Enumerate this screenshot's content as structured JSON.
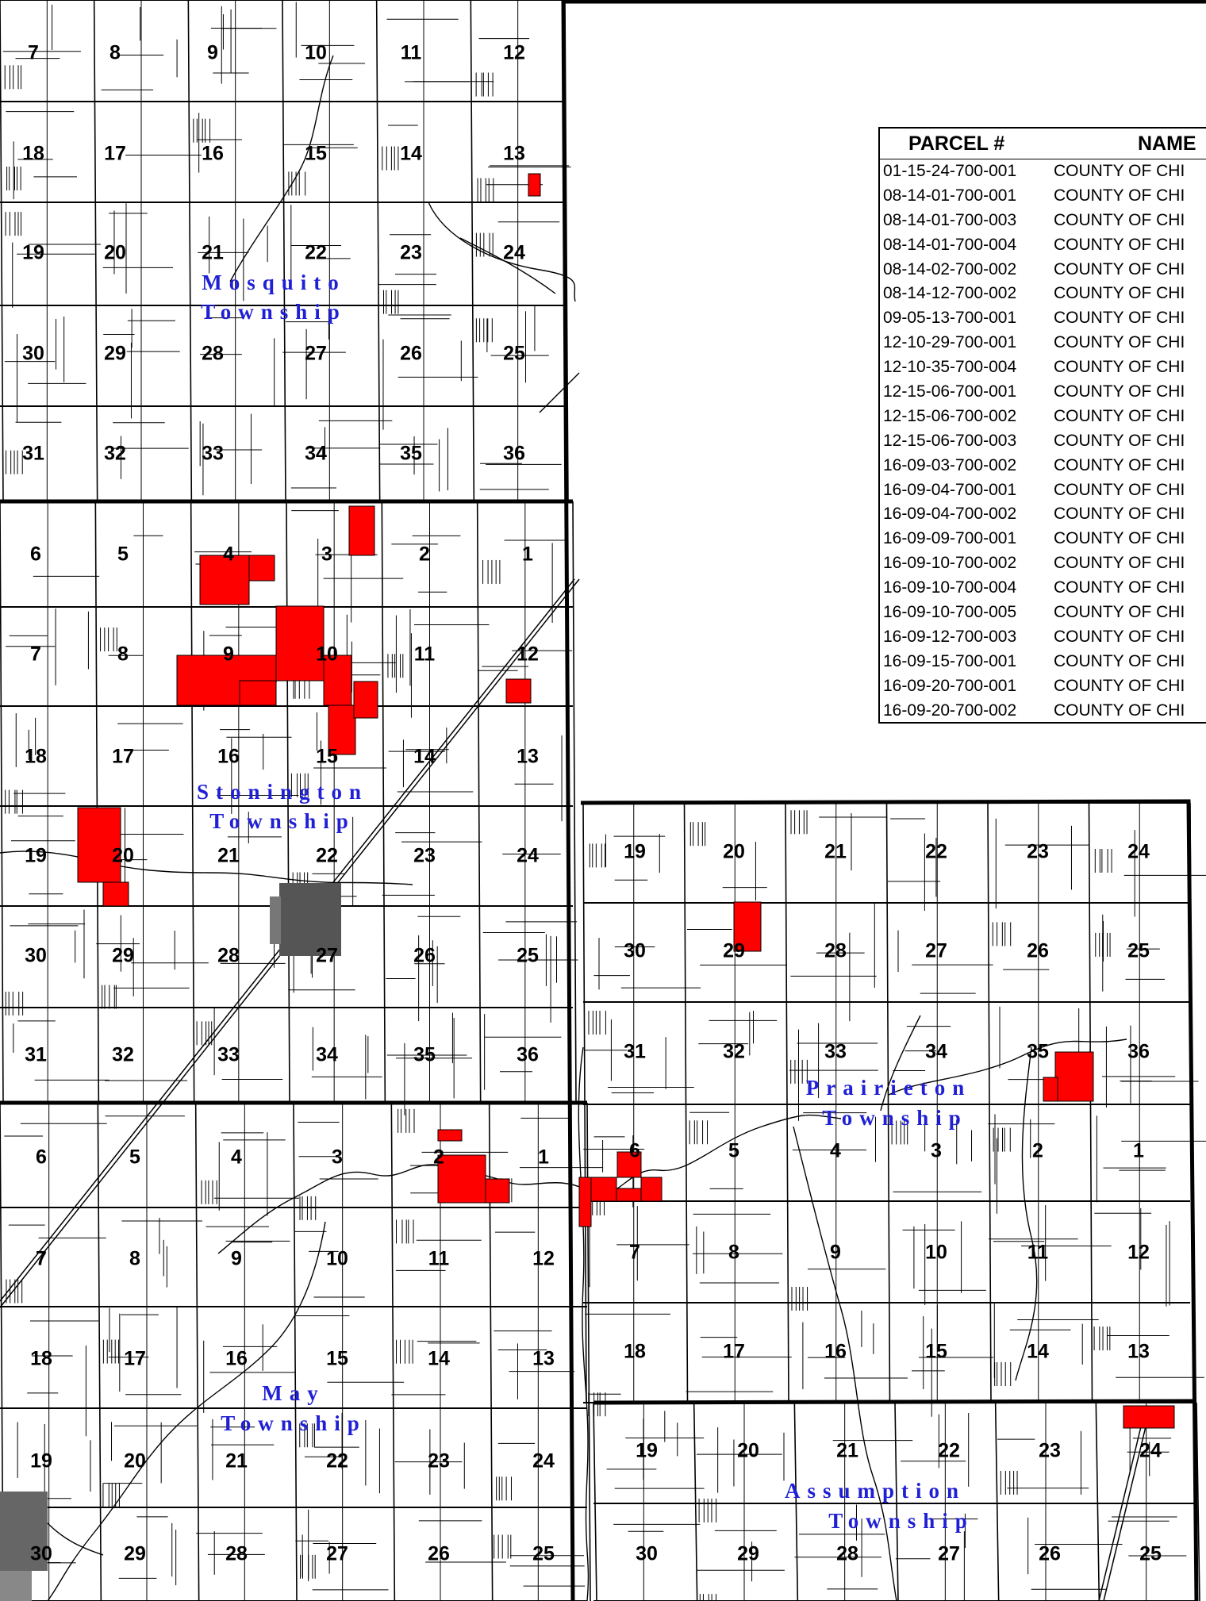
{
  "townships": [
    {
      "name": "Mosquito Township",
      "line1": "Mosquito",
      "line2": "Township"
    },
    {
      "name": "Stonington Township",
      "line1": "Stonington",
      "line2": "Township"
    },
    {
      "name": "Prairieton Township",
      "line1": "Prairieton",
      "line2": "Township"
    },
    {
      "name": "May Township",
      "line1": "May",
      "line2": "Township"
    },
    {
      "name": "Assumption Township",
      "line1": "Assumption",
      "line2": "Township"
    }
  ],
  "section_labels": {
    "mosquito": [
      "7",
      "8",
      "9",
      "10",
      "11",
      "12",
      "18",
      "17",
      "16",
      "15",
      "14",
      "13",
      "19",
      "20",
      "21",
      "22",
      "23",
      "24",
      "30",
      "29",
      "28",
      "27",
      "26",
      "25",
      "31",
      "32",
      "33",
      "34",
      "35",
      "36"
    ],
    "stonington": [
      "6",
      "5",
      "4",
      "3",
      "2",
      "1",
      "7",
      "8",
      "9",
      "10",
      "11",
      "12",
      "18",
      "17",
      "16",
      "15",
      "14",
      "13",
      "19",
      "20",
      "21",
      "22",
      "23",
      "24",
      "30",
      "29",
      "28",
      "27",
      "26",
      "25",
      "31",
      "32",
      "33",
      "34",
      "35",
      "36"
    ],
    "may": [
      "6",
      "5",
      "4",
      "3",
      "2",
      "1",
      "7",
      "8",
      "9",
      "10",
      "11",
      "12",
      "18",
      "17",
      "16",
      "15",
      "14",
      "13",
      "19",
      "20",
      "21",
      "22",
      "23",
      "24",
      "30",
      "29",
      "28",
      "27",
      "26",
      "25"
    ],
    "prairieton": [
      "19",
      "20",
      "21",
      "22",
      "23",
      "24",
      "30",
      "29",
      "28",
      "27",
      "26",
      "25",
      "31",
      "32",
      "33",
      "34",
      "35",
      "36",
      "6",
      "5",
      "4",
      "3",
      "2",
      "1",
      "7",
      "8",
      "9",
      "10",
      "11",
      "12",
      "18",
      "17",
      "16",
      "15",
      "14",
      "13"
    ],
    "assumption": [
      "19",
      "20",
      "21",
      "22",
      "23",
      "24",
      "30",
      "29",
      "28",
      "27",
      "26",
      "25"
    ]
  },
  "colors": {
    "parcel_fill": "#ff0000",
    "township_label": "#1f1fd6",
    "lines": "#000000"
  },
  "legend": {
    "header_parcel": "PARCEL #",
    "header_name": "NAME",
    "rows": [
      {
        "parcel": "01-15-24-700-001",
        "name": "COUNTY OF CHI"
      },
      {
        "parcel": "08-14-01-700-001",
        "name": "COUNTY OF CHI"
      },
      {
        "parcel": "08-14-01-700-003",
        "name": "COUNTY OF CHI"
      },
      {
        "parcel": "08-14-01-700-004",
        "name": "COUNTY OF CHI"
      },
      {
        "parcel": "08-14-02-700-002",
        "name": "COUNTY OF CHI"
      },
      {
        "parcel": "08-14-12-700-002",
        "name": "COUNTY OF CHI"
      },
      {
        "parcel": "09-05-13-700-001",
        "name": "COUNTY OF CHI"
      },
      {
        "parcel": "12-10-29-700-001",
        "name": "COUNTY OF CHI"
      },
      {
        "parcel": "12-10-35-700-004",
        "name": "COUNTY OF CHI"
      },
      {
        "parcel": "12-15-06-700-001",
        "name": "COUNTY OF CHI"
      },
      {
        "parcel": "12-15-06-700-002",
        "name": "COUNTY OF CHI"
      },
      {
        "parcel": "12-15-06-700-003",
        "name": "COUNTY OF CHI"
      },
      {
        "parcel": "16-09-03-700-002",
        "name": "COUNTY OF CHI"
      },
      {
        "parcel": "16-09-04-700-001",
        "name": "COUNTY OF CHI"
      },
      {
        "parcel": "16-09-04-700-002",
        "name": "COUNTY OF CHI"
      },
      {
        "parcel": "16-09-09-700-001",
        "name": "COUNTY OF CHI"
      },
      {
        "parcel": "16-09-10-700-002",
        "name": "COUNTY OF CHI"
      },
      {
        "parcel": "16-09-10-700-004",
        "name": "COUNTY OF CHI"
      },
      {
        "parcel": "16-09-10-700-005",
        "name": "COUNTY OF CHI"
      },
      {
        "parcel": "16-09-12-700-003",
        "name": "COUNTY OF CHI"
      },
      {
        "parcel": "16-09-15-700-001",
        "name": "COUNTY OF CHI"
      },
      {
        "parcel": "16-09-20-700-001",
        "name": "COUNTY OF CHI"
      },
      {
        "parcel": "16-09-20-700-002",
        "name": "COUNTY OF CHI"
      }
    ]
  }
}
